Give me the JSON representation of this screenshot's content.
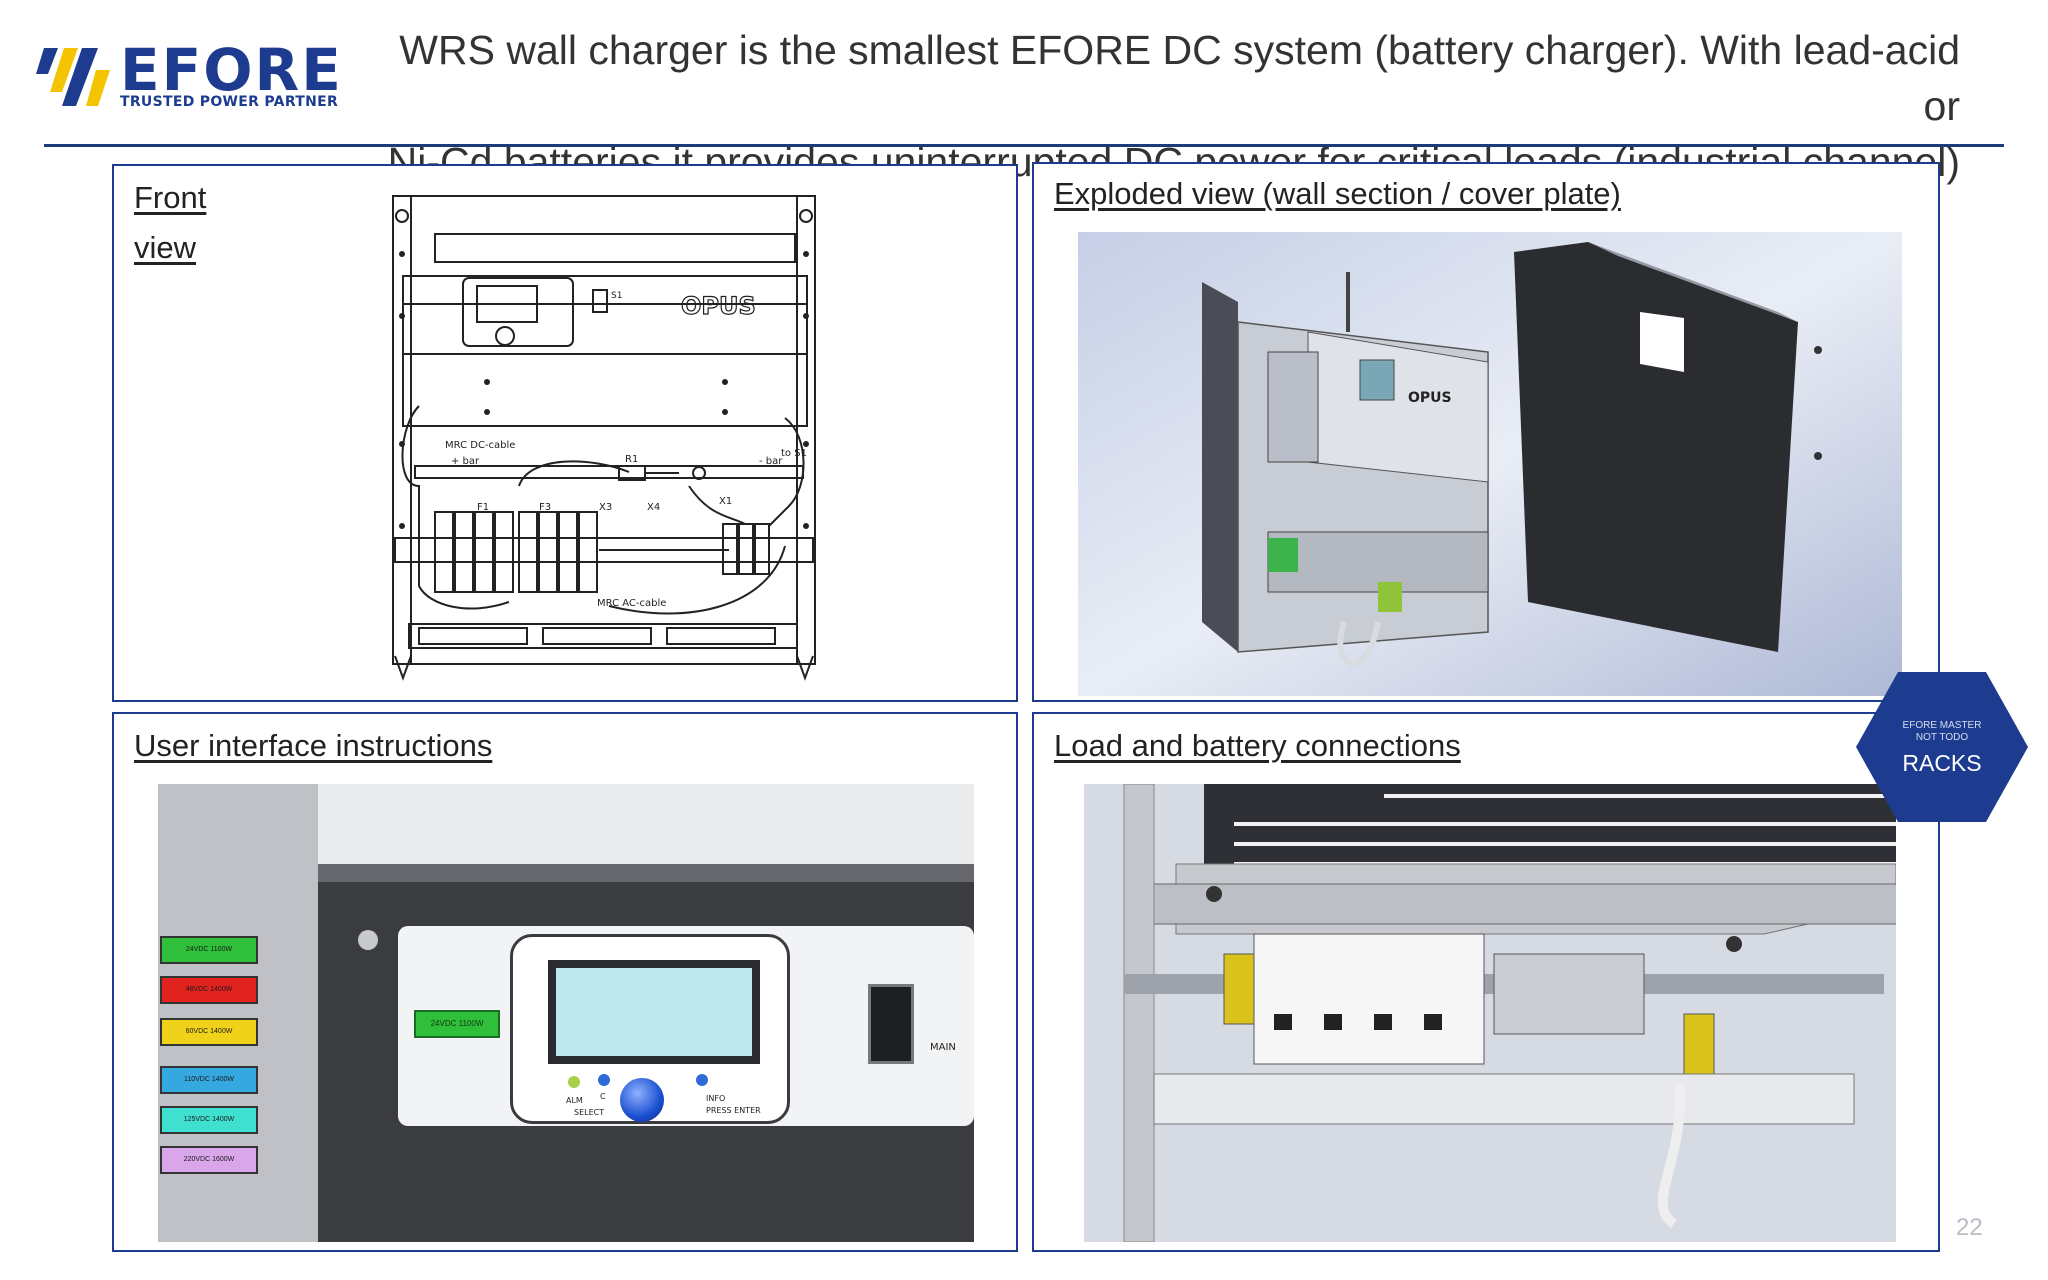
{
  "header": {
    "line1": "WRS wall charger is the smallest EFORE DC system (battery charger). With lead-acid or",
    "line2": "Ni-Cd batteries it provides uninterrupted DC power for critical loads (industrial channel)"
  },
  "logo": {
    "name": "EFORE",
    "tagline": "TRUSTED POWER PARTNER",
    "icon": "efore-chevron-icon",
    "colors": {
      "blue": "#1d3c8f",
      "yellow": "#f5c400"
    }
  },
  "panels": {
    "front": {
      "title_line1": "Front",
      "title_line2": "view",
      "drawing": {
        "brand": "OPUS",
        "switch": "S1",
        "dc_cable": "MRC DC-cable",
        "to_s1": "to S1",
        "plus_bar": "+ bar",
        "minus_bar": "- bar",
        "r1": "R1",
        "f1": "F1",
        "f3": "F3",
        "x3": "X3",
        "x4": "X4",
        "x1": "X1",
        "ac_cable": "MRC AC-cable"
      }
    },
    "exploded": {
      "title": "Exploded view (wall section / cover plate)",
      "brand": "OPUS"
    },
    "ui": {
      "title": "User interface instructions",
      "labels": [
        "24VDC 1100W",
        "48VDC 1400W",
        "60VDC 1400W",
        "110VDC 1400W",
        "125VDC 1400W",
        "220VDC 1600W"
      ],
      "label_colors": [
        "#2fbf3a",
        "#e0231f",
        "#f0d21a",
        "#35a8e0",
        "#3fe0d0",
        "#d9a6ea"
      ],
      "badge": "24VDC 1100W",
      "alm": "ALM",
      "c": "C",
      "select": "SELECT",
      "info": "INFO",
      "press_enter": "PRESS ENTER",
      "main": "MAIN"
    },
    "load": {
      "title": "Load and battery connections"
    }
  },
  "badge": {
    "sub_line1": "EFORE MASTER",
    "sub_line2": "NOT TODO",
    "label": "RACKS",
    "color": "#1d3c8f"
  },
  "page_number": "22"
}
